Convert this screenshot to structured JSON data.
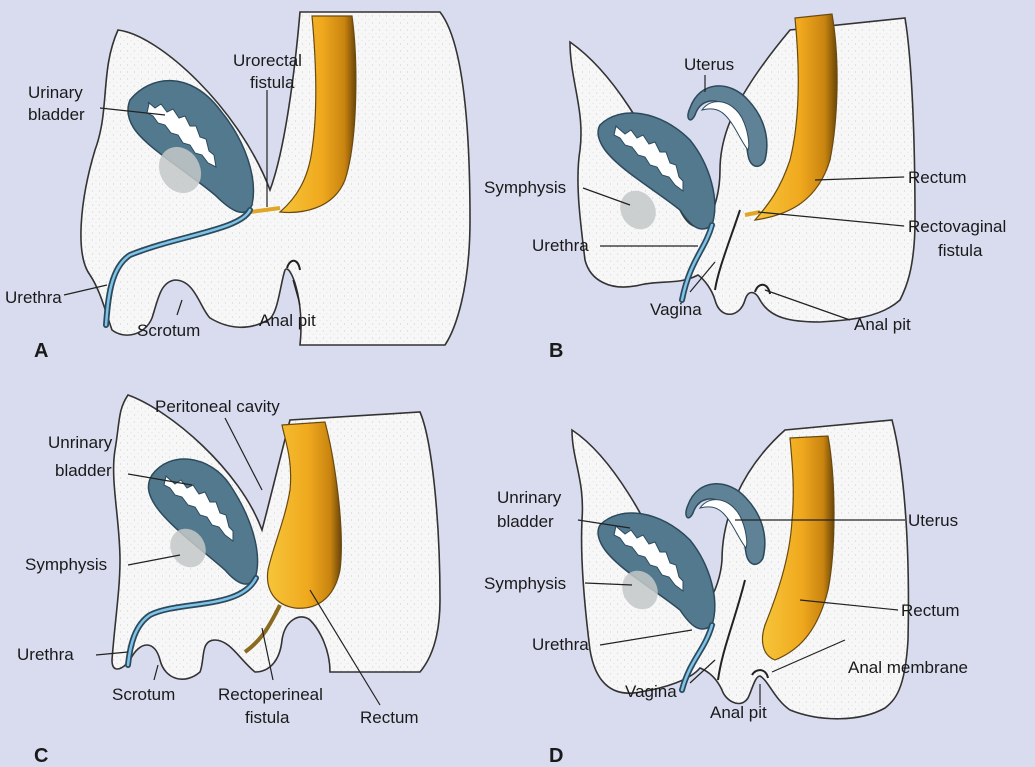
{
  "panels": {
    "a": {
      "letter": "A",
      "urinary_bladder_l1": "Urinary",
      "urinary_bladder_l2": "bladder",
      "urorectal_l1": "Urorectal",
      "urorectal_l2": "fistula",
      "urethra": "Urethra",
      "scrotum": "Scrotum",
      "anal_pit": "Anal pit"
    },
    "b": {
      "letter": "B",
      "uterus": "Uterus",
      "symphysis": "Symphysis",
      "rectum": "Rectum",
      "rectovaginal_l1": "Rectovaginal",
      "rectovaginal_l2": "fistula",
      "urethra": "Urethra",
      "vagina": "Vagina",
      "anal_pit": "Anal pit"
    },
    "c": {
      "letter": "C",
      "peritoneal_cavity": "Peritoneal cavity",
      "bladder_l1": "Unrinary",
      "bladder_l2": "bladder",
      "symphysis": "Symphysis",
      "urethra": "Urethra",
      "scrotum": "Scrotum",
      "rectoperineal_l1": "Rectoperineal",
      "rectoperineal_l2": "fistula",
      "rectum": "Rectum"
    },
    "d": {
      "letter": "D",
      "bladder_l1": "Unrinary",
      "bladder_l2": "bladder",
      "uterus": "Uterus",
      "symphysis": "Symphysis",
      "rectum": "Rectum",
      "urethra": "Urethra",
      "anal_membrane": "Anal membrane",
      "vagina": "Vagina",
      "anal_pit": "Anal pit"
    }
  },
  "colors": {
    "background": "#d9dcef",
    "bladder": "#53798f",
    "rectum": "#f0a91e",
    "tissue": "#f7f7f7"
  }
}
